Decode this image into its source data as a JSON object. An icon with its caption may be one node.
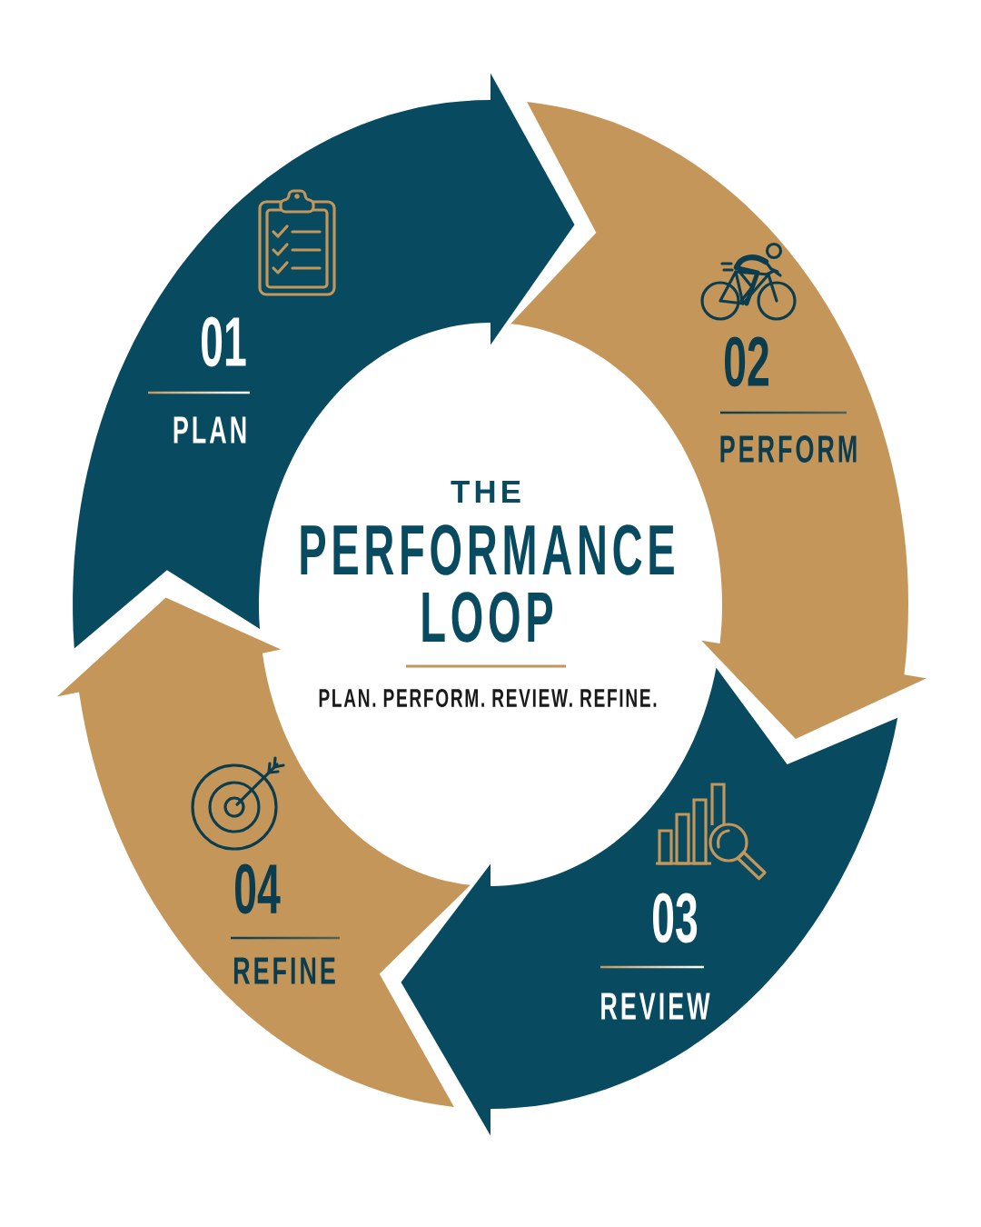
{
  "diagram": {
    "title": "PERFORMANCE LOOP",
    "nodes": [
      {
        "text": [
          "01",
          "PLAN"
        ]
      },
      {
        "text": [
          "02",
          "PERFORM"
        ]
      },
      {
        "text": [
          "03",
          "REVIEW"
        ]
      },
      {
        "text": [
          "04",
          "REFINE"
        ]
      }
    ],
    "labels": [
      "THE",
      "PLAN. PERFORM. REVIEW. REFINE."
    ]
  }
}
